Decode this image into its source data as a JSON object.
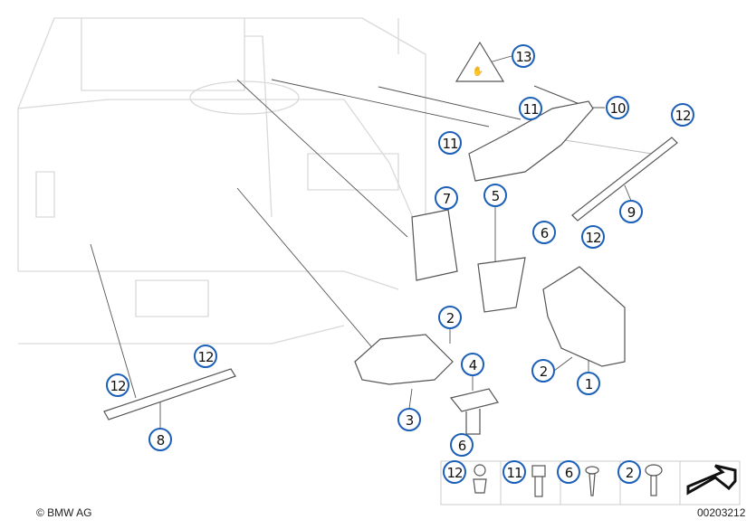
{
  "diagram": {
    "callouts": [
      "13",
      "11",
      "10",
      "11",
      "12",
      "7",
      "5",
      "6",
      "12",
      "9",
      "2",
      "4",
      "2",
      "1",
      "3",
      "6",
      "12",
      "12",
      "8"
    ],
    "legend_strip": [
      "12",
      "11",
      "6",
      "2"
    ],
    "copyright": "© BMW AG",
    "diagram_number": "00203212",
    "accent_color": "#1b5fb8"
  }
}
